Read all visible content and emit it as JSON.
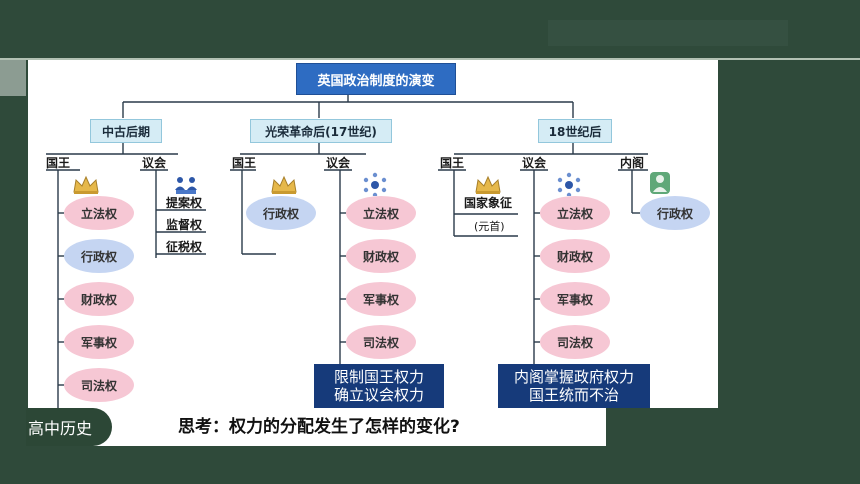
{
  "title": "英国政治制度的演变",
  "periods": [
    {
      "label": "中古后期"
    },
    {
      "label": "光荣革命后(17世纪)"
    },
    {
      "label": "18世纪后"
    }
  ],
  "p1": {
    "king": "国王",
    "parliament": "议会",
    "king_powers": [
      "立法权",
      "行政权",
      "财政权",
      "军事权",
      "司法权"
    ],
    "parl_powers": [
      "提案权",
      "监督权",
      "征税权"
    ]
  },
  "p2": {
    "king": "国王",
    "parliament": "议会",
    "king_powers": [
      "行政权"
    ],
    "parl_powers": [
      "立法权",
      "财政权",
      "军事权",
      "司法权"
    ],
    "note": [
      "限制国王权力",
      "确立议会权力"
    ]
  },
  "p3": {
    "king": "国王",
    "parliament": "议会",
    "cabinet": "内阁",
    "king_status": "国家象征",
    "king_head": "(元首)",
    "parl_powers": [
      "立法权",
      "财政权",
      "军事权",
      "司法权"
    ],
    "cabinet_power": "行政权",
    "note": [
      "内阁掌握政府权力",
      "国王统而不治"
    ]
  },
  "footer": {
    "tag": "高中历史",
    "question": "思考：权力的分配发生了怎样的变化?"
  },
  "colors": {
    "title": "#2e6cc2",
    "period": "#d5ecf5",
    "pink": "#f6c7d4",
    "blue": "#c5d5f2",
    "note": "#163a7a",
    "background": "#2f4a3a"
  }
}
